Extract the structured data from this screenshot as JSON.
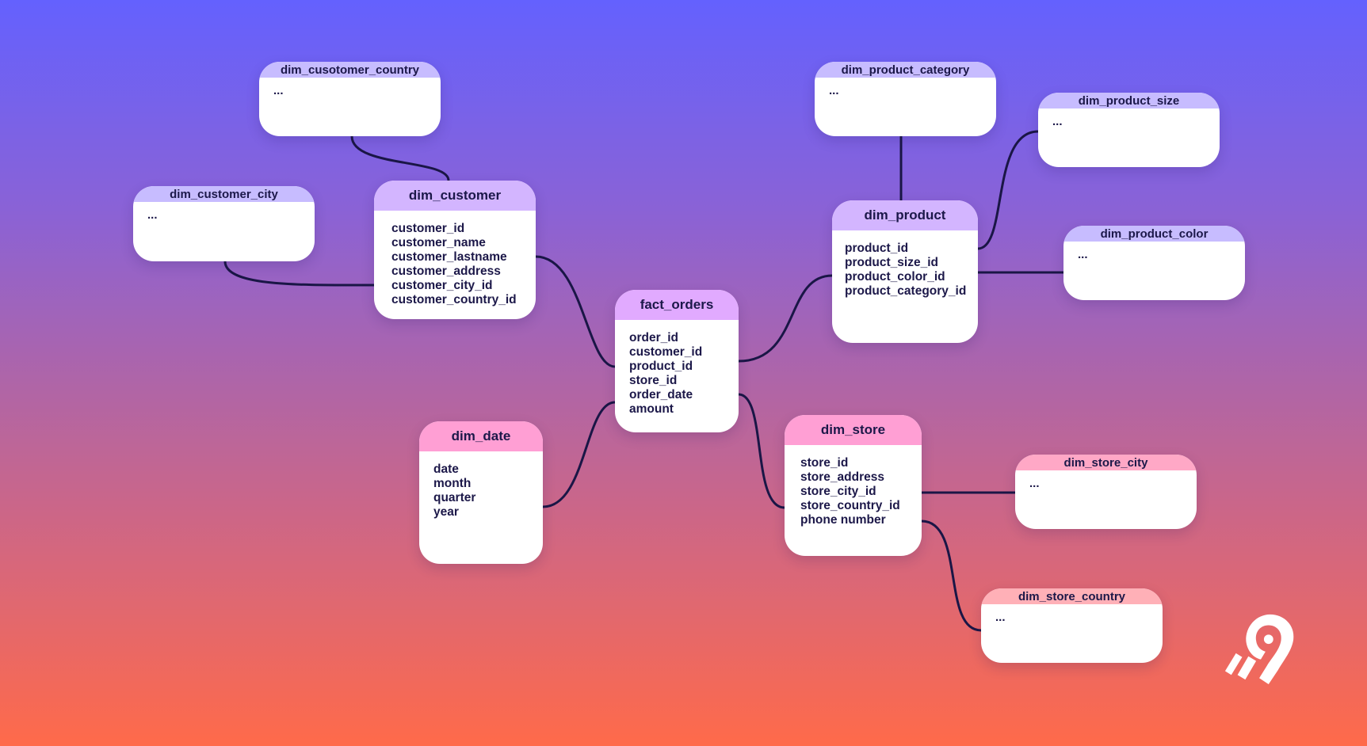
{
  "tables": {
    "fact_orders": {
      "title": "fact_orders",
      "fields": [
        "order_id",
        "customer_id",
        "product_id",
        "store_id",
        "order_date",
        "amount"
      ]
    },
    "dim_customer": {
      "title": "dim_customer",
      "fields": [
        "customer_id",
        "customer_name",
        "customer_lastname",
        "customer_address",
        "customer_city_id",
        "customer_country_id"
      ]
    },
    "dim_customer_country": {
      "title": "dim_cusotomer_country",
      "fields": [
        "..."
      ]
    },
    "dim_customer_city": {
      "title": "dim_customer_city",
      "fields": [
        "..."
      ]
    },
    "dim_date": {
      "title": "dim_date",
      "fields": [
        "date",
        "month",
        "quarter",
        "year"
      ]
    },
    "dim_product": {
      "title": "dim_product",
      "fields": [
        "product_id",
        "product_size_id",
        "product_color_id",
        "product_category_id"
      ]
    },
    "dim_product_category": {
      "title": "dim_product_category",
      "fields": [
        "..."
      ]
    },
    "dim_product_size": {
      "title": "dim_product_size",
      "fields": [
        "..."
      ]
    },
    "dim_product_color": {
      "title": "dim_product_color",
      "fields": [
        "..."
      ]
    },
    "dim_store": {
      "title": "dim_store",
      "fields": [
        "store_id",
        "store_address",
        "store_city_id",
        "store_country_id",
        "phone number"
      ]
    },
    "dim_store_city": {
      "title": "dim_store_city",
      "fields": [
        "..."
      ]
    },
    "dim_store_country": {
      "title": "dim_store_country",
      "fields": [
        "..."
      ]
    }
  },
  "relationships": [
    {
      "from": "dim_customer",
      "to": "fact_orders"
    },
    {
      "from": "dim_customer_country",
      "to": "dim_customer"
    },
    {
      "from": "dim_customer_city",
      "to": "dim_customer"
    },
    {
      "from": "dim_date",
      "to": "fact_orders"
    },
    {
      "from": "dim_product",
      "to": "fact_orders"
    },
    {
      "from": "dim_product_category",
      "to": "dim_product"
    },
    {
      "from": "dim_product_size",
      "to": "dim_product"
    },
    {
      "from": "dim_product_color",
      "to": "dim_product"
    },
    {
      "from": "dim_store",
      "to": "fact_orders"
    },
    {
      "from": "dim_store_city",
      "to": "dim_store"
    },
    {
      "from": "dim_store_country",
      "to": "dim_store"
    }
  ],
  "colors": {
    "line": "#1a1646",
    "header_purple": "#d3b5ff",
    "header_pink": "#ff9fd4",
    "header_salmon": "#ffb0b7"
  },
  "logo": {
    "icon": "airbyte-logo-icon"
  }
}
